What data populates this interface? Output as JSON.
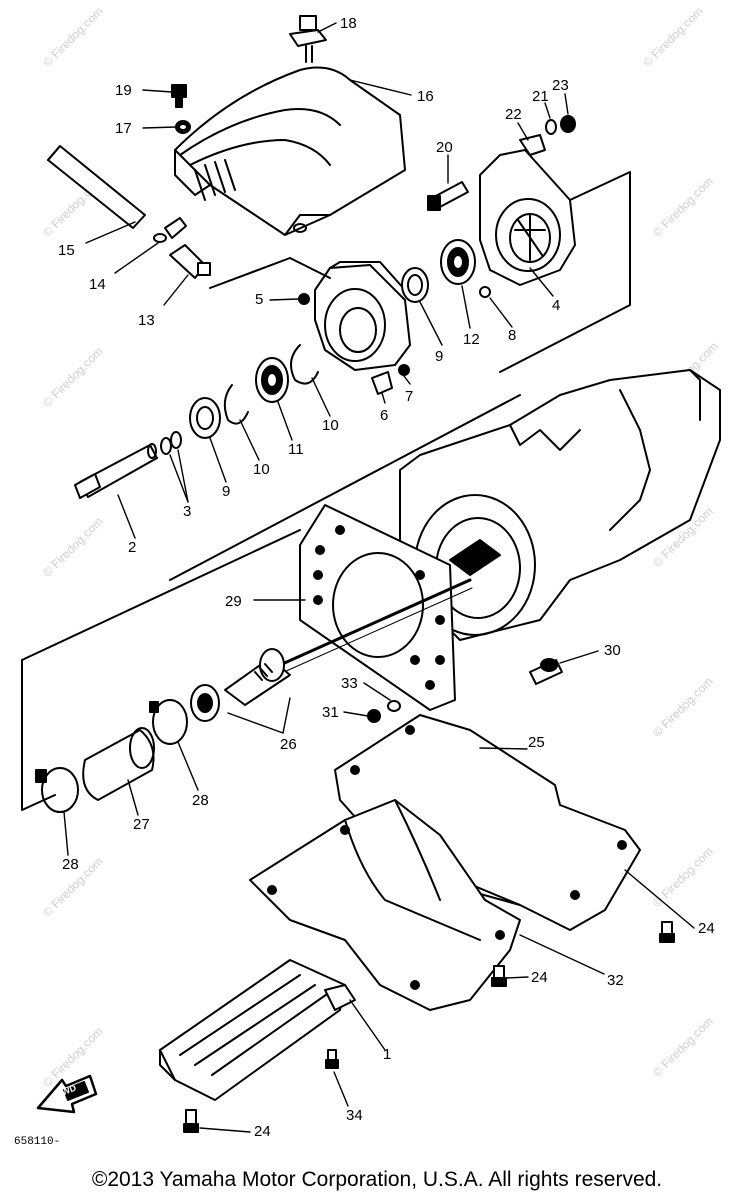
{
  "diagram": {
    "callouts": {
      "c1": "1",
      "c2": "2",
      "c3": "3",
      "c4": "4",
      "c5": "5",
      "c6": "6",
      "c7": "7",
      "c8": "8",
      "c9a": "9",
      "c9b": "9",
      "c10a": "10",
      "c10b": "10",
      "c11": "11",
      "c12": "12",
      "c13": "13",
      "c14": "14",
      "c15": "15",
      "c16": "16",
      "c17": "17",
      "c18": "18",
      "c19": "19",
      "c20": "20",
      "c21": "21",
      "c22": "22",
      "c23": "23",
      "c24a": "24",
      "c24b": "24",
      "c24c": "24",
      "c25": "25",
      "c26": "26",
      "c27": "27",
      "c28a": "28",
      "c28b": "28",
      "c29": "29",
      "c30": "30",
      "c31": "31",
      "c32": "32",
      "c33": "33",
      "c34": "34"
    },
    "drawing_number": "658110-",
    "fwd_label": "FWD",
    "watermark": "© Firedog.com",
    "copyright": "©2013 Yamaha Motor Corporation, U.S.A. All rights reserved."
  }
}
